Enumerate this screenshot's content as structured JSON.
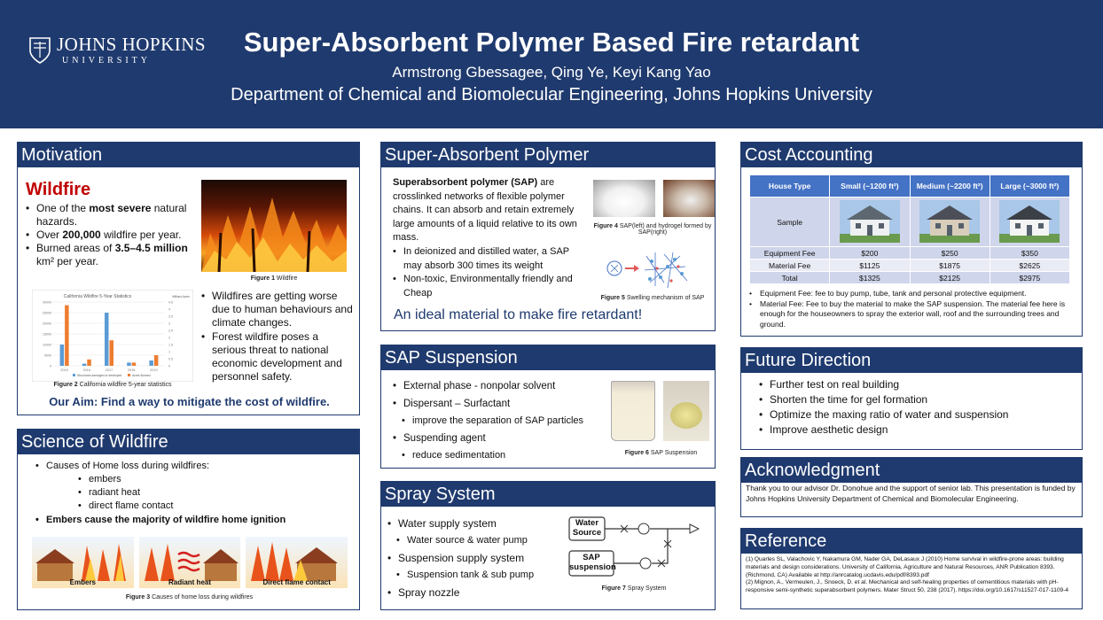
{
  "header": {
    "logo_name": "JOHNS HOPKINS",
    "logo_univ": "UNIVERSITY",
    "title": "Super-Absorbent Polymer Based Fire retardant",
    "authors": "Armstrong Gbessagee, Qing Ye, Keyi Kang Yao",
    "department": "Department of Chemical and Biomolecular Engineering, Johns Hopkins University"
  },
  "motivation": {
    "heading": "Motivation",
    "subheading": "Wildfire",
    "bullets": [
      {
        "pre": "One of the ",
        "bold": "most severe",
        "post": " natural hazards."
      },
      {
        "pre": "Over ",
        "bold": "200,000",
        "post": " wildfire per year."
      },
      {
        "pre": "Burned areas of ",
        "bold": "3.5–4.5 million",
        "post": " km² per year."
      }
    ],
    "figure1_num": "Figure 1",
    "figure1_cap": " Wildfire",
    "chart_title": "California Wildfire 5-Year Statistics",
    "figure2_num": "Figure 2",
    "figure2_cap": " California wildfire 5-year statistics",
    "bullets2": [
      "Wildfires are getting worse due to human behaviours and climate changes.",
      "Forest wildfire poses a serious threat to national economic development and personnel safety."
    ],
    "aim": "Our Aim: Find a way to mitigate the cost of wildfire."
  },
  "chart_data": {
    "type": "bar",
    "title": "California Wildfire 5-Year Statistics",
    "categories": [
      "2015",
      "2016",
      "2017",
      "2018",
      "2019"
    ],
    "series": [
      {
        "name": "Structures damaged or destroyed",
        "values": [
          10000,
          1000,
          25000,
          1500,
          2500
        ],
        "color": "#5b9bd5"
      },
      {
        "name": "Acres Burned",
        "values": [
          28500,
          3000,
          12000,
          1500,
          5000
        ],
        "color": "#ed7d31"
      }
    ],
    "ylim": [
      0,
      30000
    ],
    "yticks": [
      "30000",
      "25000",
      "20000",
      "15000",
      "10000",
      "5000",
      "0"
    ],
    "y2ticks": [
      "4.5",
      "4",
      "3.5",
      "3",
      "2.5",
      "2",
      "1.5",
      "1",
      "0.5",
      "0"
    ],
    "y2label": "Millions Acres"
  },
  "science": {
    "heading": "Science of Wildfire",
    "b1": "Causes of Home loss during wildfires:",
    "subs": [
      "embers",
      "radiant heat",
      "direct flame contact"
    ],
    "b2": "Embers cause the majority of wildfire home ignition",
    "img_labels": [
      "Embers",
      "Radiant heat",
      "Direct flame contact"
    ],
    "figure3_num": "Figure 3",
    "figure3_cap": " Causes of home loss during wildfires"
  },
  "sap": {
    "heading": "Super-Absorbent Polymer",
    "intro_bold": "Superabsorbent polymer (SAP)",
    "intro": " are crosslinked networks of flexible polymer chains. It can absorb and retain extremely large amounts of a liquid relative to its own mass.",
    "bullets": [
      "In deionized and distilled water, a SAP may absorb 300 times its weight",
      "Non-toxic, Environmentally friendly and Cheap"
    ],
    "figure4_num": "Figure 4",
    "figure4_cap": " SAP(left) and hydrogel formed by SAP(right)",
    "figure5_num": "Figure 5",
    "figure5_cap": " Swelling mechanism of SAP",
    "ideal": "An ideal material to make fire retardant!"
  },
  "suspension": {
    "heading": "SAP Suspension",
    "items": [
      {
        "text": "External phase - nonpolar solvent",
        "sub": false
      },
      {
        "text": "Dispersant – Surfactant",
        "sub": false
      },
      {
        "text": "improve the separation of SAP particles",
        "sub": true
      },
      {
        "text": "Suspending agent",
        "sub": false
      },
      {
        "text": "reduce sedimentation",
        "sub": true
      }
    ],
    "figure6_num": "Figure 6",
    "figure6_cap": " SAP Suspension"
  },
  "spray": {
    "heading": "Spray System",
    "items": [
      {
        "text": "Water supply system",
        "sub": false
      },
      {
        "text": "Water source & water pump",
        "sub": true
      },
      {
        "text": "Suspension supply system",
        "sub": false
      },
      {
        "text": "Suspension tank & sub pump",
        "sub": true
      },
      {
        "text": "Spray nozzle",
        "sub": false
      }
    ],
    "box1": "Water Source",
    "box2": "SAP suspension",
    "figure7_num": "Figure 7",
    "figure7_cap": " Spray System"
  },
  "cost": {
    "heading": "Cost Accounting",
    "headers": [
      "House Type",
      "Small (~1200 ft²)",
      "Medium (~2200 ft²)",
      "Large (~3000 ft²)"
    ],
    "sample_label": "Sample",
    "rows": [
      [
        "Equipment Fee",
        "$200",
        "$250",
        "$350"
      ],
      [
        "Material Fee",
        "$1125",
        "$1875",
        "$2625"
      ],
      [
        "Total",
        "$1325",
        "$2125",
        "$2975"
      ]
    ],
    "notes": [
      "Equipment Fee: fee to buy pump, tube, tank and personal protective equipment.",
      "Material Fee: Fee to buy the material to make the SAP suspension. The material fee here is enough for the houseowners to spray the exterior wall, roof and the surrounding trees and ground."
    ]
  },
  "future": {
    "heading": "Future Direction",
    "items": [
      "Further test on real building",
      "Shorten the time for gel formation",
      "Optimize the maxing ratio of water and suspension",
      "Improve aesthetic design"
    ]
  },
  "ack": {
    "heading": "Acknowledgment",
    "text": "Thank you to our advisor Dr. Donohue and the support of senior lab. This presentation is funded by Johns Hopkins University Department of Chemical and Biomolecular Engineering."
  },
  "ref": {
    "heading": "Reference",
    "items": [
      "(1) Quarles SL, Valachovic Y, Nakamura GM, Nader GA, DeLasaux J (2010) Home survival in wildfire-prone areas: building materials and design considerations. University of California, Agriculture and Natural Resources, ANR Publication 8393. (Richmond, CA) Available at http://anrcatalog.ucdavis.edu/pdf/8393.pdf",
      "(2) Mignon, A., Vermeulen, J., Snoeck, D. et al. Mechanical and self-healing properties of cementitious materials with pH-responsive semi-synthetic superabsorbent polymers. Mater Struct 50, 238 (2017). https://doi.org/10.1617/s11527-017-1109-4"
    ]
  }
}
